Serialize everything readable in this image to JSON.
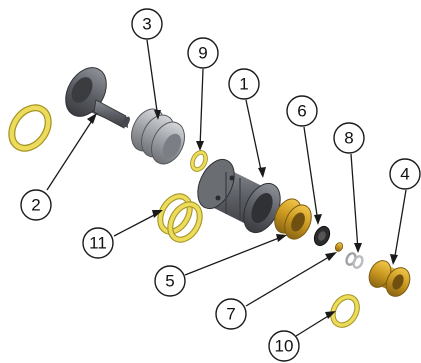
{
  "diagram": {
    "callouts": [
      {
        "id": "c1",
        "label": "1"
      },
      {
        "id": "c2",
        "label": "2"
      },
      {
        "id": "c3",
        "label": "3"
      },
      {
        "id": "c4",
        "label": "4"
      },
      {
        "id": "c5",
        "label": "5"
      },
      {
        "id": "c6",
        "label": "6"
      },
      {
        "id": "c7",
        "label": "7"
      },
      {
        "id": "c8",
        "label": "8"
      },
      {
        "id": "c9",
        "label": "9"
      },
      {
        "id": "c10",
        "label": "10"
      },
      {
        "id": "c11",
        "label": "11"
      }
    ],
    "colors": {
      "steel_dark": "#4a4d52",
      "steel_mid": "#7b7f85",
      "steel_light": "#b9bcc0",
      "brass": "#d4a62a",
      "brass_dark": "#8a6514",
      "oring_yellow": "#eddc5b",
      "oring_dark": "#a39424"
    }
  }
}
